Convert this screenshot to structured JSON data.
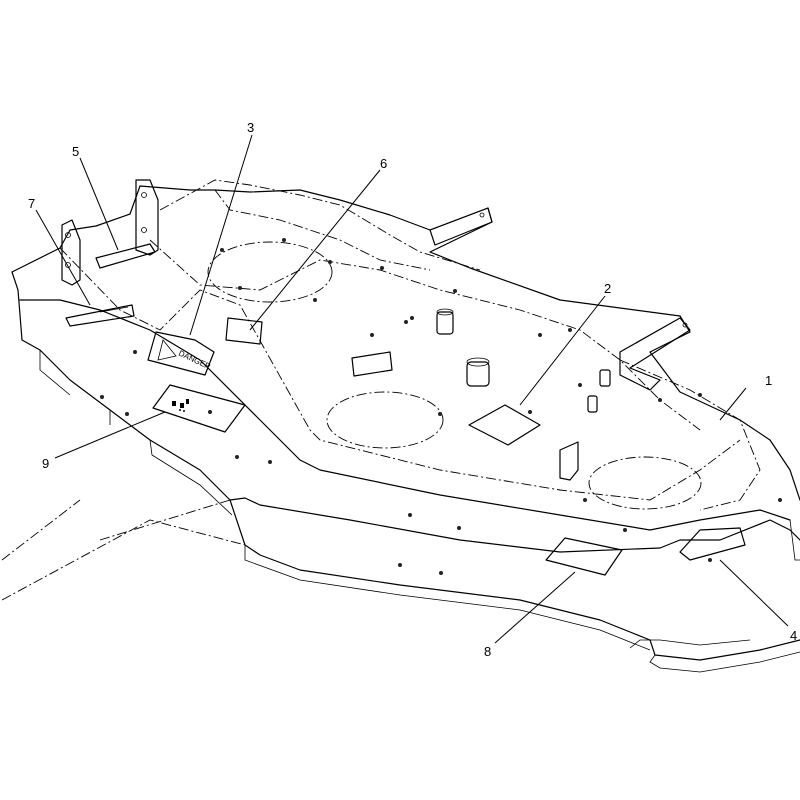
{
  "callouts": [
    {
      "id": "1",
      "label": "1"
    },
    {
      "id": "2",
      "label": "2"
    },
    {
      "id": "3",
      "label": "3"
    },
    {
      "id": "4",
      "label": "4"
    },
    {
      "id": "5",
      "label": "5"
    },
    {
      "id": "6",
      "label": "6"
    },
    {
      "id": "7",
      "label": "7"
    },
    {
      "id": "8",
      "label": "8"
    },
    {
      "id": "9",
      "label": "9"
    }
  ],
  "decals": {
    "danger_text": "DANGER"
  }
}
